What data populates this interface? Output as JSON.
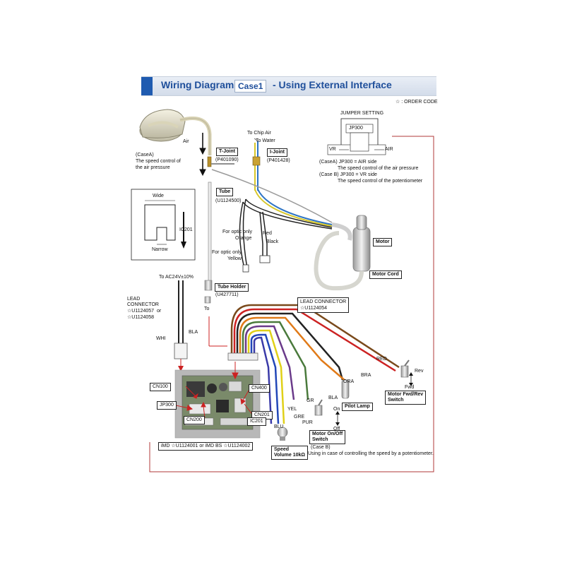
{
  "header": {
    "title_part1": "Wiring Diagram",
    "case_label": "Case1",
    "title_part2": "- Using External Interface"
  },
  "order_code_note": "☆ : ORDER CODE",
  "jumper": {
    "title": "JUMPER SETTING",
    "jp_label": "JP300",
    "vr_label": "VR",
    "air_label": "AIR",
    "case_a_line1": "(CaseA) JP300 = AIR side",
    "case_a_line2": "The speed control of the air pressure",
    "case_b_line1": "(Case B) JP300 = VR side",
    "case_b_line2": "The speed control of the potentiometer"
  },
  "air_pedal": {
    "air_label": "Air",
    "case_a_line1": "(CaseA)",
    "case_a_line2": "The speed control of",
    "case_a_line3": "the air pressure"
  },
  "ic_detail": {
    "wide": "Wide",
    "narrow": "Narrow",
    "ic_label": "IC201"
  },
  "parts": {
    "chip_air": "To Chip Air",
    "water": "To Water",
    "t_joint": "T-Joint",
    "t_joint_code": "(P401090)",
    "i_joint": "I-Joint",
    "i_joint_code": "(P401428)",
    "tube": "Tube",
    "tube_code": "(U1124500)",
    "optic_orange_1": "For optic only",
    "optic_orange_2": "Orange",
    "optic_yellow_1": "For optic only",
    "optic_yellow_2": "Yellow",
    "red": "Red",
    "black": "Black",
    "motor": "Motor",
    "motor_cord": "Motor Cord",
    "tube_holder": "Tube Holder",
    "tube_holder_code": "(U427711)",
    "to": "To",
    "ac_supply": "To AC24V±10%"
  },
  "lead_left": {
    "line1": "LEAD",
    "line2": "CONNECTOR",
    "line3": "☆U1124057  or",
    "line4": "☆U1124058",
    "whi": "WHI",
    "bla": "BLA"
  },
  "lead_right": {
    "line1": "LEAD CONNECTOR",
    "line2": "☆U1124054"
  },
  "board": {
    "cn100": "CN100",
    "jp300": "JP300",
    "cn200": "CN200",
    "cn400": "CN400",
    "cn201": "CN201",
    "ic201": "IC201",
    "model": "iMD ☆U1124001 or iMD BS ☆U1124002"
  },
  "wires": {
    "red": "RED",
    "bra": "BRA",
    "ora": "ORA",
    "bla": "BLA",
    "gr": "GR",
    "yel": "YEL",
    "gre": "GRE",
    "pur": "PUR",
    "blu": "BLU"
  },
  "switch_fr": {
    "rev": "Rev",
    "fwd": "Fwd",
    "label1": "Motor Fwd/Rev",
    "label2": "Switch"
  },
  "switch_onoff": {
    "on": "On",
    "off": "Off",
    "label1": "Motor On/Off",
    "label2": "Switch"
  },
  "pilot_lamp": "Pilot Lamp",
  "speed_volume": {
    "line1": "Speed",
    "line2": "Volume 10kΩ"
  },
  "case_b": {
    "line1": "(Case B)",
    "line2": "Using in case of controlling the speed by a potentiometer."
  }
}
